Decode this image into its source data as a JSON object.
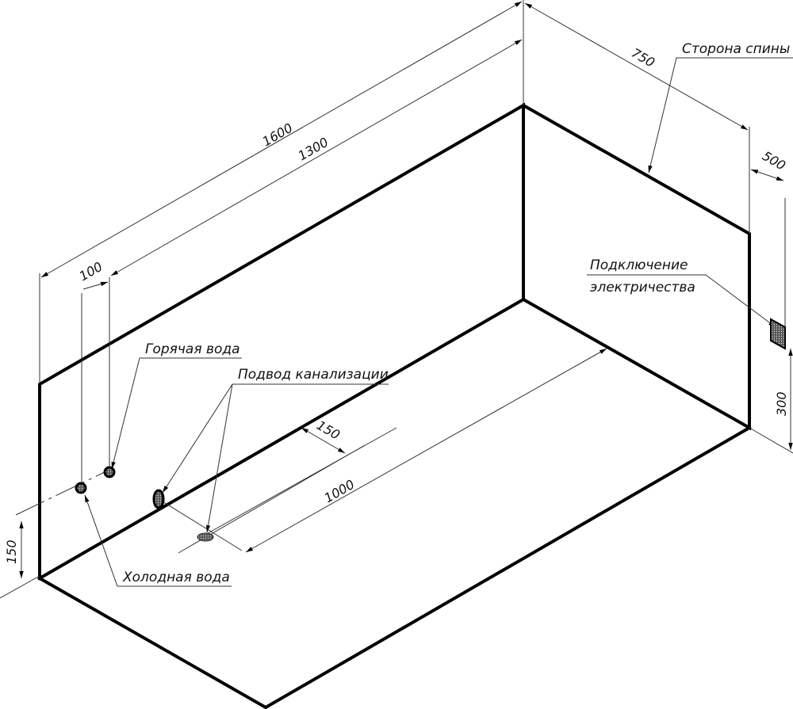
{
  "dimensions": {
    "length_outer": "1600",
    "length_inner": "1300",
    "width": "750",
    "elec_offset": "500",
    "elec_height": "300",
    "pipes_offset": "100",
    "pipes_height": "150",
    "drain_offset": "150",
    "drain_length": "1000"
  },
  "labels": {
    "back_side": "Сторона спины",
    "electricity_line1": "Подключение",
    "electricity_line2": "электричества",
    "hot_water": "Горячая вода",
    "drain": "Подвод канализации",
    "cold_water": "Холодная вода"
  }
}
